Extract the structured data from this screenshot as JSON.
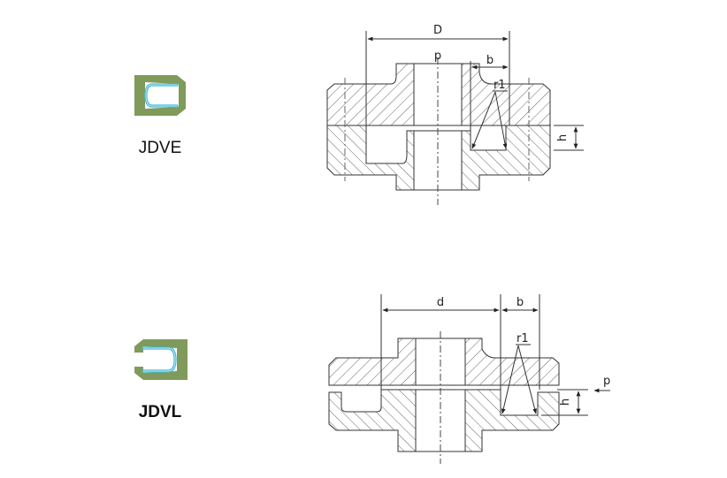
{
  "figures": [
    {
      "id": "jdve",
      "label": "JDVE",
      "label_bold": false,
      "icon": "seal-profile-jdve-icon",
      "colors": {
        "body": "#7f9a5a",
        "spring": "#3fb8d8"
      },
      "drawing": {
        "dimension_main": "D",
        "dimension_width": "b",
        "radius": "r1",
        "height": "h",
        "pressure": "p"
      }
    },
    {
      "id": "jdvl",
      "label": "JDVL",
      "label_bold": true,
      "icon": "seal-profile-jdvl-icon",
      "colors": {
        "body": "#7f9a5a",
        "spring": "#3fb8d8"
      },
      "drawing": {
        "dimension_main": "d",
        "dimension_width": "b",
        "radius": "r1",
        "height": "h",
        "pressure": "p"
      }
    }
  ]
}
